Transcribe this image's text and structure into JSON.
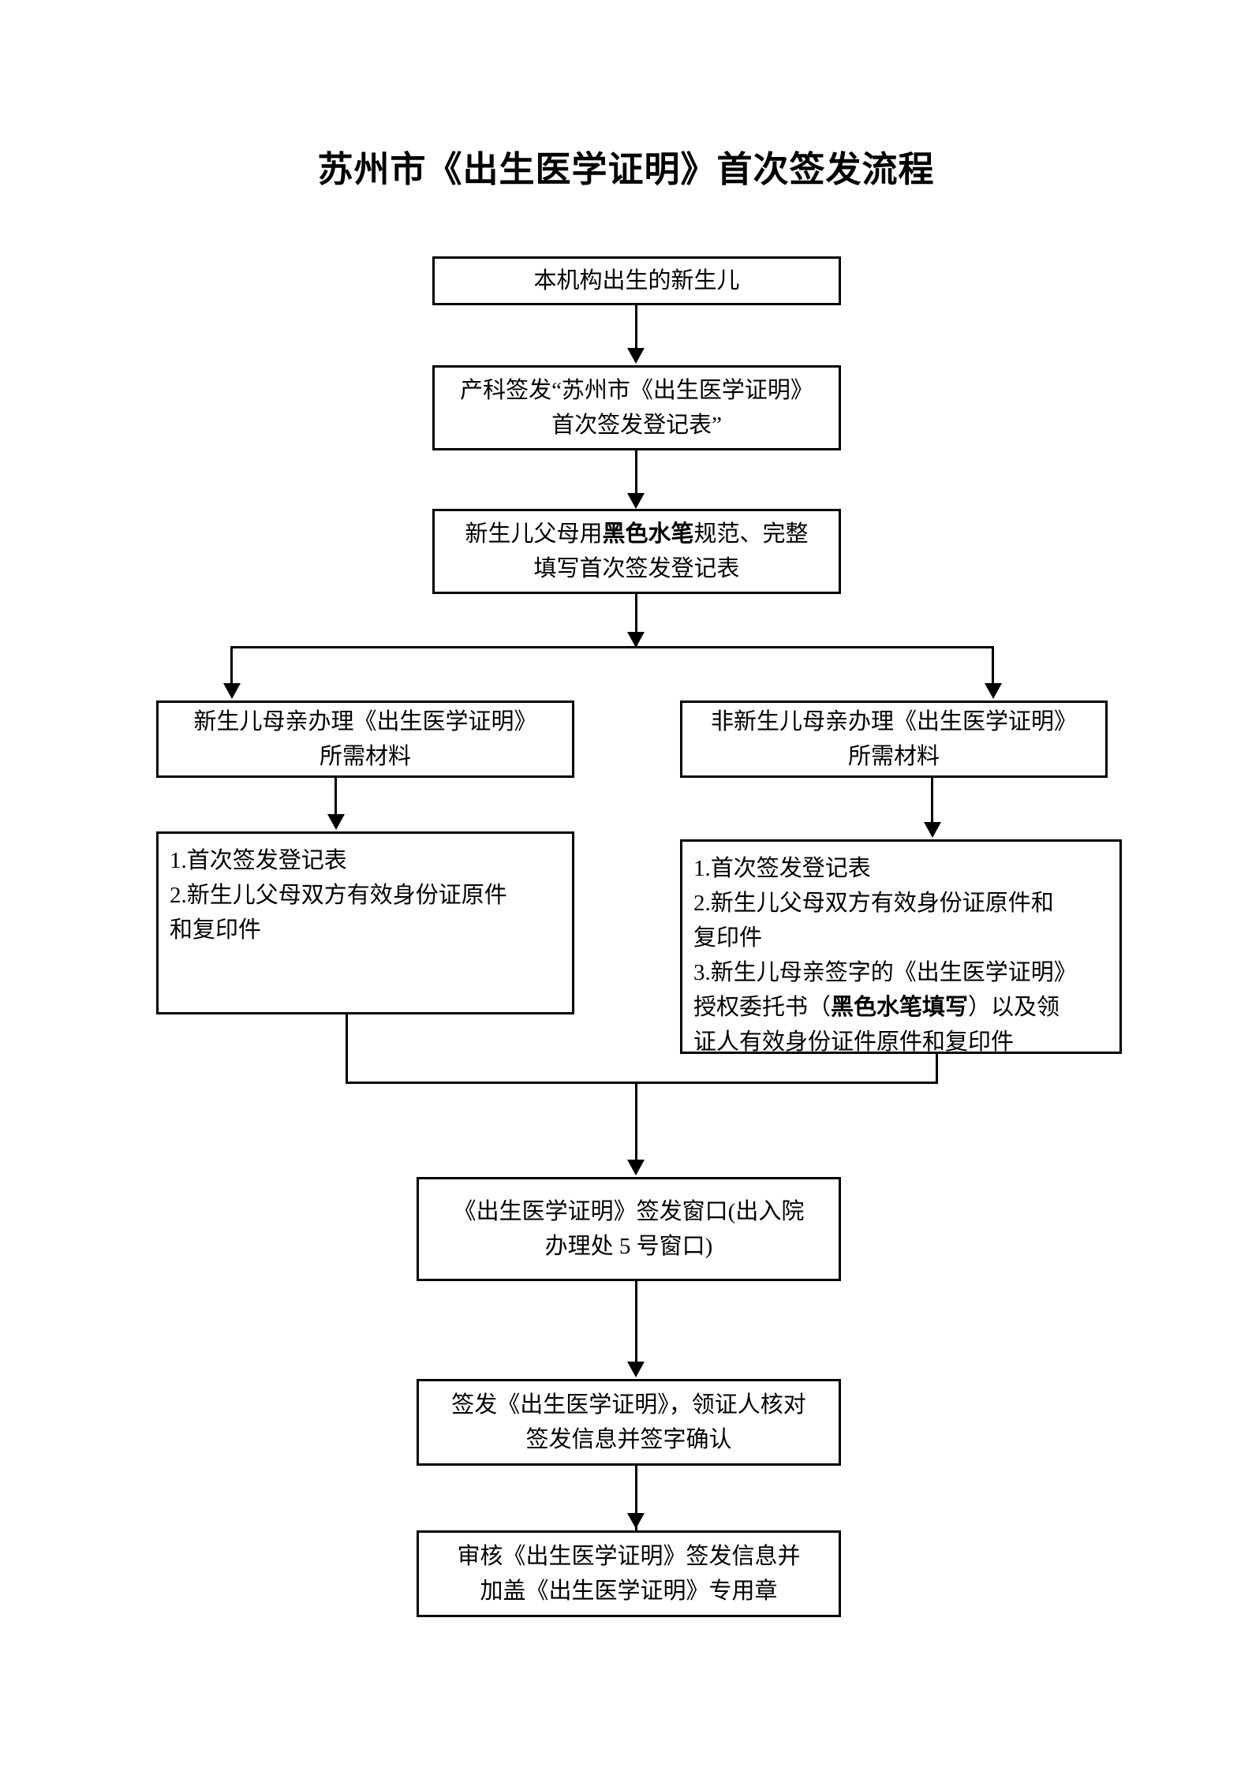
{
  "title": "苏州市《出生医学证明》首次签发流程",
  "nodes": {
    "start": {
      "label": "本机构出生的新生儿"
    },
    "obstetrics_issue": {
      "line1": "产科签发“苏州市《出生医学证明》",
      "line2": "首次签发登记表”"
    },
    "parents_fill": {
      "line1_a": "新生儿父母用",
      "line1_b": "黑色水笔",
      "line1_c": "规范、完整",
      "line2": "填写首次签发登记表"
    },
    "branch_mother": {
      "line1": "新生儿母亲办理《出生医学证明》",
      "line2": "所需材料"
    },
    "branch_non_mother": {
      "line1": "非新生儿母亲办理《出生医学证明》",
      "line2": "所需材料"
    },
    "materials_mother": {
      "item1": "1.首次签发登记表",
      "item2_line1": "2.新生儿父母双方有效身份证原件",
      "item2_line2": "和复印件"
    },
    "materials_non_mother": {
      "item1": "1.首次签发登记表",
      "item2_line1": "2.新生儿父母双方有效身份证原件和",
      "item2_line2": "复印件",
      "item3_line1": "3.新生儿母亲签字的《出生医学证明》",
      "item3_line2_a": "授权委托书（",
      "item3_line2_b": "黑色水笔填写",
      "item3_line2_c": "）以及领",
      "item3_line3": "证人有效身份证件原件和复印件"
    },
    "issue_window": {
      "line1": "《出生医学证明》签发窗口(出入院",
      "line2": "办理处 5 号窗口)"
    },
    "issue_confirm": {
      "line1": "签发《出生医学证明》，领证人核对",
      "line2": "签发信息并签字确认"
    },
    "audit_seal": {
      "line1": "审核《出生医学证明》签发信息并",
      "line2": "加盖《出生医学证明》专用章"
    }
  },
  "colors": {
    "line": "#000000",
    "background": "#ffffff",
    "text": "#000000"
  }
}
